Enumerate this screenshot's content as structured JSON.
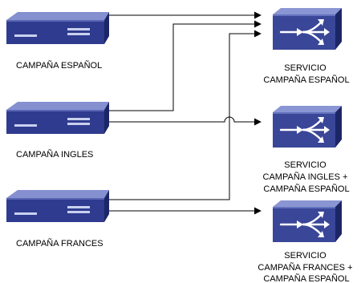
{
  "colors": {
    "device_top": "#7b88c9",
    "device_front": "#2f3b8f",
    "device_side": "#1d2766",
    "slot": "#c9d0ee",
    "line": "#000000",
    "text": "#000000"
  },
  "campaigns": [
    {
      "id": "esp",
      "icon": "campaign-device-icon",
      "label": "CAMPAÑA ESPAÑOL"
    },
    {
      "id": "ing",
      "icon": "campaign-device-icon",
      "label": "CAMPAÑA INGLES"
    },
    {
      "id": "fra",
      "icon": "campaign-device-icon",
      "label": "CAMPAÑA FRANCES"
    }
  ],
  "services": [
    {
      "id": "s1",
      "icon": "service-router-icon",
      "label_lines": [
        "SERVICIO",
        "CAMPAÑA ESPAÑOL"
      ]
    },
    {
      "id": "s2",
      "icon": "service-router-icon",
      "label_lines": [
        "SERVICIO",
        "CAMPAÑA INGLES +",
        "CAMPAÑA ESPAÑOL"
      ]
    },
    {
      "id": "s3",
      "icon": "service-router-icon",
      "label_lines": [
        "SERVICIO",
        "CAMPAÑA FRANCES +",
        "CAMPAÑA ESPAÑOL"
      ]
    }
  ],
  "connections": [
    {
      "from": "esp",
      "to": "s1"
    },
    {
      "from": "ing",
      "to": "s1"
    },
    {
      "from": "ing",
      "to": "s2"
    },
    {
      "from": "fra",
      "to": "s1"
    },
    {
      "from": "fra",
      "to": "s3"
    }
  ]
}
